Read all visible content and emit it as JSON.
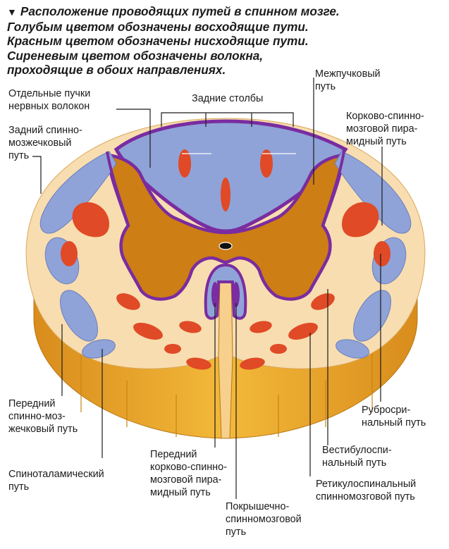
{
  "caption": {
    "line1": "Расположение проводящих путей в спинном мозге.",
    "line2": "Голубым цветом обозначены восходящие пути.",
    "line3": "Красным цветом обозначены нисходящие пути.",
    "line4": "Сиреневым цветом обозначены волокна,",
    "line5": "проходящие в обоих направлениях."
  },
  "labels": {
    "interfascicular": [
      "Межпучковый",
      "путь"
    ],
    "separate_bundles": [
      "Отдельные пучки",
      "нервных волокон"
    ],
    "posterior_columns": [
      "Задние столбы"
    ],
    "posterior_spinocerebellar": [
      "Задний спинно-",
      "мозжечковый",
      "путь"
    ],
    "lateral_corticospinal": [
      "Корково-спинно-",
      "мозговой пира-",
      "мидный путь"
    ],
    "anterior_spinocerebellar": [
      "Передний",
      "спинно-моз-",
      "жечковый путь"
    ],
    "rubrospinal": [
      "Рубросpи-",
      "нальный путь"
    ],
    "vestibulospinal": [
      "Вестибулоспи-",
      "нальный путь"
    ],
    "spinothalamic": [
      "Спиноталамический",
      "путь"
    ],
    "anterior_corticospinal": [
      "Передний",
      "корково-спинно-",
      "мозговой пира-",
      "мидный путь"
    ],
    "reticulospinal": [
      "Ретикулоспинальный",
      "спинномозговой путь"
    ],
    "tectospinal": [
      "Покрышечно-",
      "спинномозговой",
      "путь"
    ]
  },
  "colors": {
    "ascending": "#8fa3d8",
    "descending": "#e04a26",
    "both_directions": "#7a2ca0",
    "gray_matter": "#cd7e14",
    "white_matter": "#f8ddb0",
    "cut_surface_side": "#efb234",
    "text": "#1b1b1b",
    "leader_line": "#1b1b1b"
  }
}
